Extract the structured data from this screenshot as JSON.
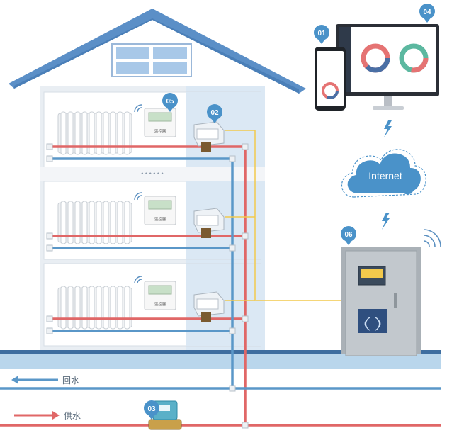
{
  "badges": {
    "b01": "01",
    "b02": "02",
    "b03": "03",
    "b04": "04",
    "b05": "05",
    "b06": "06"
  },
  "cloud": {
    "label": "Internet"
  },
  "thermostat": {
    "label": "温控器"
  },
  "legend": {
    "return_label": "回水",
    "supply_label": "供水"
  },
  "floor_separator": "• • • • • •",
  "colors": {
    "house_blue": "#5b8fc7",
    "badge_blue": "#4a92c9",
    "supply_red": "#e06767",
    "return_blue": "#5a97c8",
    "signal_yellow": "#f2c94c",
    "ground_blue": "#9ec7e4",
    "panel_bg": "#dbe8f4",
    "cabinet_grey": "#b9bfc4"
  },
  "icons": {
    "wifi": "wifi-icon",
    "lightning": "lightning-icon",
    "nfc": "nfc-icon",
    "radiator": "radiator-icon",
    "meter": "heat-meter-icon",
    "valve": "valve-icon"
  }
}
